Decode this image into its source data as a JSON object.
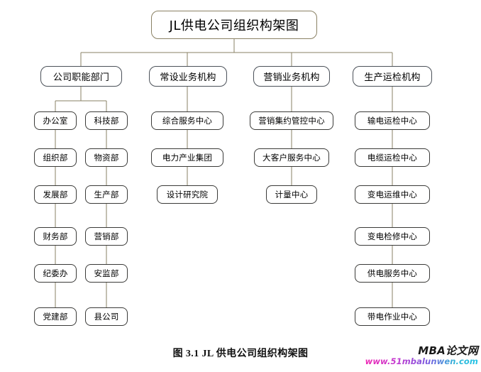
{
  "figure": {
    "root": {
      "label": "JL供电公司组织构架图"
    },
    "caption": "图 3.1 JL 供电公司组织构架图",
    "colors": {
      "root_border": "#8a8164",
      "level2_border": "#4b5159",
      "leaf_border": "#3a3a38",
      "connector": "#8a8164",
      "connector_dark": "#4a443a",
      "background": "#ffffff",
      "text": "#000000"
    },
    "groups": [
      {
        "label": "公司职能部门",
        "columns": [
          {
            "items": [
              "办公室",
              "组织部",
              "发展部",
              "财务部",
              "纪委办",
              "党建部"
            ]
          },
          {
            "items": [
              "科技部",
              "物资部",
              "生产部",
              "营销部",
              "安监部",
              "县公司"
            ]
          }
        ]
      },
      {
        "label": "常设业务机构",
        "columns": [
          {
            "items": [
              "综合服务中心",
              "电力产业集团",
              "设计研究院"
            ]
          }
        ]
      },
      {
        "label": "营销业务机构",
        "columns": [
          {
            "items": [
              "营销集约管控中心",
              "大客户服务中心",
              "计量中心"
            ]
          }
        ]
      },
      {
        "label": "生产运检机构",
        "columns": [
          {
            "items": [
              "输电运检中心",
              "电缆运检中心",
              "变电运维中心",
              "变电检修中心",
              "供电服务中心",
              "带电作业中心"
            ]
          }
        ]
      }
    ]
  },
  "watermark": {
    "title": "MBA论文网",
    "url": "www.51mbalunwen.com"
  }
}
